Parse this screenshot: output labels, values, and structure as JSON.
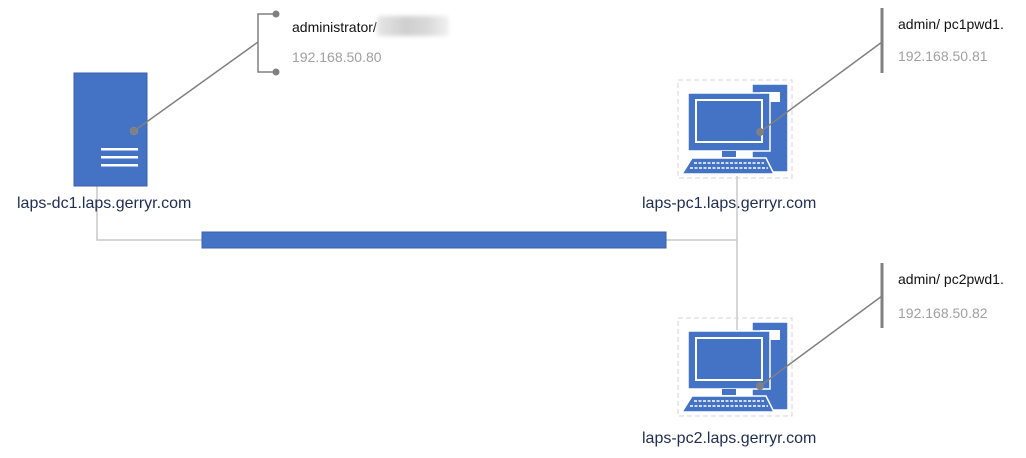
{
  "colors": {
    "device_fill": "#4472c4",
    "network_line": "#c8c8c8",
    "callout_line": "#808080",
    "hostname_text": "#1f2d4e",
    "ip_text": "#a0a0a0"
  },
  "nodes": {
    "dc1": {
      "icon": "server-icon",
      "hostname": "laps-dc1.laps.gerryr.com",
      "credential": "administrator/",
      "credential_redacted": true,
      "ip": "192.168.50.80"
    },
    "pc1": {
      "icon": "workstation-icon",
      "hostname": "laps-pc1.laps.gerryr.com",
      "credential": "admin/ pc1pwd1.",
      "ip": "192.168.50.81"
    },
    "pc2": {
      "icon": "workstation-icon",
      "hostname": "laps-pc2.laps.gerryr.com",
      "credential": "admin/ pc2pwd1.",
      "ip": "192.168.50.82"
    }
  },
  "network": {
    "icon": "network-bus-bar"
  }
}
